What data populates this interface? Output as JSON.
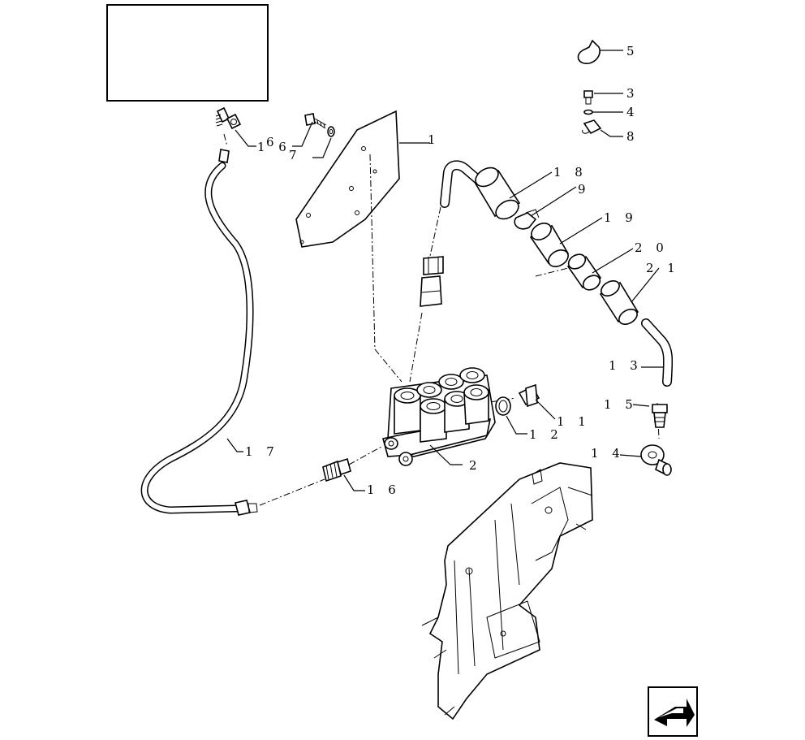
{
  "callouts": {
    "c1": "1",
    "c2": "2",
    "c3": "3",
    "c4": "4",
    "c5": "5",
    "c6": "6",
    "c7": "7",
    "c8": "8",
    "c9": "9",
    "c11": "1 1",
    "c12": "1 2",
    "c13": "1 3",
    "c14": "1 4",
    "c15": "1 5",
    "c16a": "1 6",
    "c16b": "1 6",
    "c17": "1 7",
    "c18": "1 8",
    "c19": "1 9",
    "c20": "2 0",
    "c21": "2 1"
  },
  "title_box": {
    "text": ""
  },
  "nav": {
    "icon": "arrow-icon"
  }
}
